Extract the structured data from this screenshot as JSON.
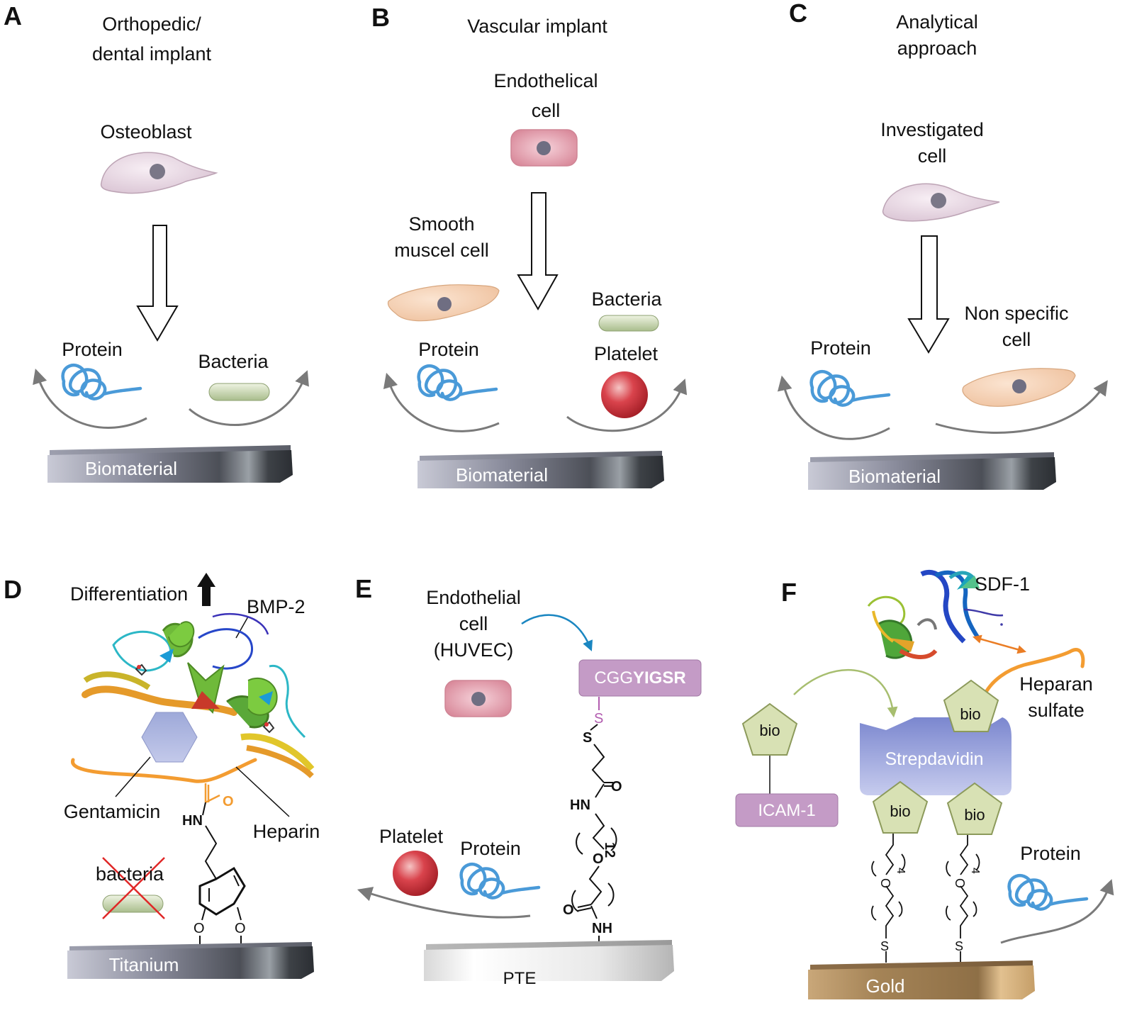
{
  "panels": {
    "A": {
      "letter": "A",
      "title_1": "Orthopedic/",
      "title_2": "dental implant",
      "cell": "Osteoblast",
      "protein": "Protein",
      "bacteria": "Bacteria",
      "surface": "Biomaterial"
    },
    "B": {
      "letter": "B",
      "title": "Vascular implant",
      "cell_1": "Endothelical",
      "cell_2": "cell",
      "smooth_1": "Smooth",
      "smooth_2": "muscel cell",
      "bacteria": "Bacteria",
      "protein": "Protein",
      "platelet": "Platelet",
      "surface": "Biomaterial"
    },
    "C": {
      "letter": "C",
      "title_1": "Analytical",
      "title_2": "approach",
      "cell_1": "Investigated",
      "cell_2": "cell",
      "protein": "Protein",
      "nonspecific_1": "Non specific",
      "nonspecific_2": "cell",
      "surface": "Biomaterial"
    },
    "D": {
      "letter": "D",
      "differentiation": "Differentiation",
      "bmp": "BMP-2",
      "gentamicin": "Gentamicin",
      "heparin": "Heparin",
      "bacteria": "bacteria",
      "amide_o": "O",
      "amide_hn": "HN",
      "ether_o1": "O",
      "ether_o2": "O",
      "surface": "Titanium"
    },
    "E": {
      "letter": "E",
      "cell_1": "Endothelial",
      "cell_2": "cell",
      "cell_3": "(HUVEC)",
      "peptide_plain": "CGG",
      "peptide_bold": "YIGSR",
      "s1": "S",
      "s2": "S",
      "o1": "O",
      "hn": "HN",
      "n12": "12",
      "o2": "O",
      "o3": "O",
      "nh": "NH",
      "platelet": "Platelet",
      "protein": "Protein",
      "surface": "PTE"
    },
    "F": {
      "letter": "F",
      "sdf": "SDF-1",
      "heparan_1": "Heparan",
      "heparan_2": "sulfate",
      "bio": "bio",
      "icam": "ICAM-1",
      "streptavidin": "Strepdavidin",
      "n4": "4",
      "o": "O",
      "s": "S",
      "protein": "Protein",
      "surface": "Gold"
    }
  }
}
